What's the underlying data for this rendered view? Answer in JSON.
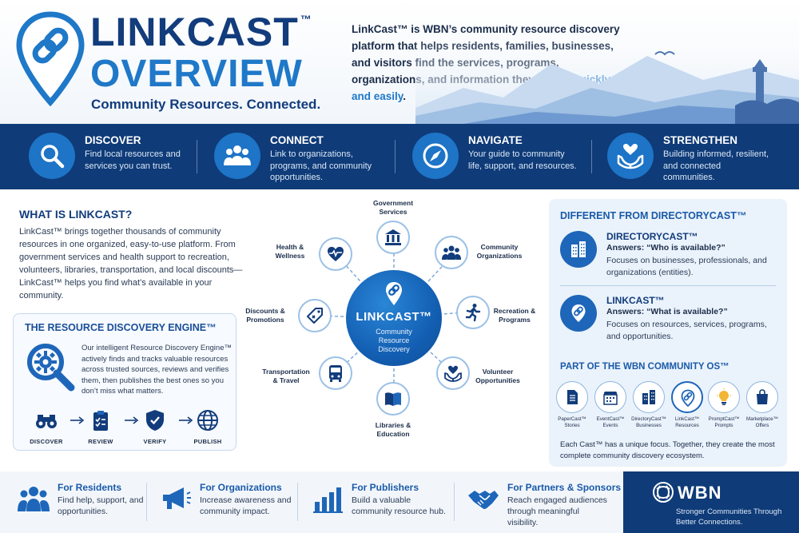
{
  "header": {
    "brand": "LINKCAST",
    "tm": "™",
    "subtitle": "OVERVIEW",
    "tagline": "Community Resources. Connected.",
    "intro_main": "LinkCast™ is WBN’s community resource discovery platform that helps residents, families, businesses, and visitors find the services, programs, organizations, and information they need—",
    "intro_highlight": "quickly and easily",
    "intro_end": "."
  },
  "pillars": [
    {
      "title": "DISCOVER",
      "desc": "Find local resources and services you can trust.",
      "icon": "search-icon"
    },
    {
      "title": "CONNECT",
      "desc": "Link to organizations, programs, and community opportunities.",
      "icon": "people-icon"
    },
    {
      "title": "NAVIGATE",
      "desc": "Your guide to community life, support, and resources.",
      "icon": "compass-icon"
    },
    {
      "title": "STRENGTHEN",
      "desc": "Building informed, resilient, and connected communities.",
      "icon": "hands-heart-icon"
    }
  ],
  "what": {
    "title": "WHAT IS LINKCAST?",
    "body": "LinkCast™ brings together thousands of community resources in one organized, easy-to-use platform. From government services and health support to recreation, volunteers, libraries, transportation, and local discounts—LinkCast™ helps you find what’s available in your community."
  },
  "engine": {
    "title": "THE RESOURCE DISCOVERY ENGINE™",
    "body": "Our intelligent Resource Discovery Engine™ actively finds and tracks valuable resources across trusted sources, reviews and verifies them, then publishes the best ones so you don’t miss what matters.",
    "steps": [
      "DISCOVER",
      "REVIEW",
      "VERIFY",
      "PUBLISH"
    ]
  },
  "hub": {
    "title": "LINKCAST™",
    "subtitle_lines": [
      "Community",
      "Resource",
      "Discovery"
    ],
    "nodes": [
      {
        "label_lines": [
          "Government",
          "Services"
        ],
        "icon": "government-building-icon"
      },
      {
        "label_lines": [
          "Community",
          "Organizations"
        ],
        "icon": "group-icon"
      },
      {
        "label_lines": [
          "Recreation &",
          "Programs"
        ],
        "icon": "running-person-icon"
      },
      {
        "label_lines": [
          "Volunteer",
          "Opportunities"
        ],
        "icon": "heart-hands-icon"
      },
      {
        "label_lines": [
          "Libraries &",
          "Education"
        ],
        "icon": "book-icon"
      },
      {
        "label_lines": [
          "Transportation",
          "& Travel"
        ],
        "icon": "bus-icon"
      },
      {
        "label_lines": [
          "Discounts &",
          "Promotions"
        ],
        "icon": "tag-icon"
      },
      {
        "label_lines": [
          "Health &",
          "Wellness"
        ],
        "icon": "heartbeat-icon"
      }
    ]
  },
  "different": {
    "title": "DIFFERENT FROM DIRECTORYCAST™",
    "items": [
      {
        "name": "DIRECTORYCAST™",
        "answer": "Answers: “Who is available?”",
        "desc": "Focuses on businesses, professionals, and organizations (entities).",
        "icon": "buildings-icon"
      },
      {
        "name": "LINKCAST™",
        "answer": "Answers: “What is available?”",
        "desc": "Focuses on resources, services, programs, and opportunities.",
        "icon": "link-pin-icon"
      }
    ]
  },
  "os": {
    "title": "PART OF THE WBN COMMUNITY OS™",
    "items": [
      {
        "name": "PaperCast™",
        "type": "Stories",
        "icon": "document-icon"
      },
      {
        "name": "EventCast™",
        "type": "Events",
        "icon": "calendar-icon"
      },
      {
        "name": "DirectoryCast™",
        "type": "Businesses",
        "icon": "buildings-icon"
      },
      {
        "name": "LinkCast™",
        "type": "Resources",
        "icon": "link-icon"
      },
      {
        "name": "PromptCast™",
        "type": "Prompts",
        "icon": "lightbulb-icon"
      },
      {
        "name": "Marketplace™",
        "type": "Offers",
        "icon": "shopping-bag-icon"
      }
    ],
    "note": "Each Cast™ has a unique focus. Together, they create the most complete community discovery ecosystem."
  },
  "footer": {
    "audiences": [
      {
        "title": "For Residents",
        "desc": "Find help, support, and opportunities.",
        "icon": "residents-icon"
      },
      {
        "title": "For Organizations",
        "desc": "Increase awareness and community impact.",
        "icon": "megaphone-icon"
      },
      {
        "title": "For Publishers",
        "desc": "Build a valuable community resource hub.",
        "icon": "bar-chart-icon"
      },
      {
        "title": "For Partners & Sponsors",
        "desc": "Reach engaged audiences through meaningful visibility.",
        "icon": "handshake-icon"
      }
    ],
    "wbn_name": "WBN",
    "wbn_tagline": "Stronger Communities Through Better Connections."
  },
  "colors": {
    "navy": "#0f3b78",
    "blue": "#1e74c6",
    "accent": "#1f78c8",
    "panel": "#eaf2fb"
  }
}
